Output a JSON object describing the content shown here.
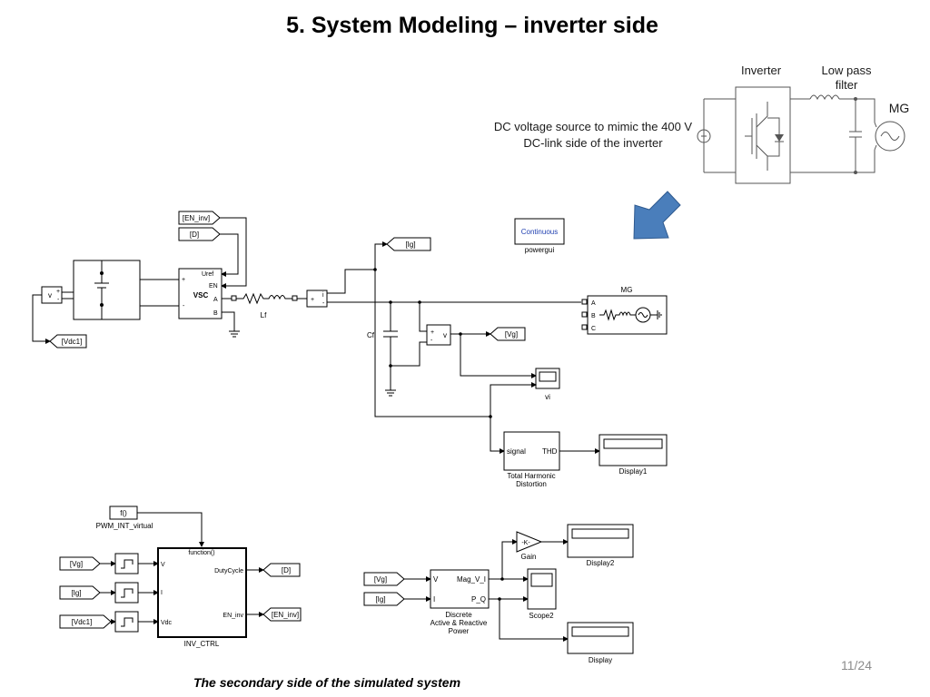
{
  "title": "5. System Modeling – inverter side",
  "caption": "The secondary side of the simulated system",
  "page_number": "11/24",
  "schematic": {
    "inverter_label": "Inverter",
    "filter_label_1": "Low pass",
    "filter_label_2": "filter",
    "mg_label": "MG",
    "source_note_1": "DC voltage source to mimic the 400 V",
    "source_note_2": "DC-link side of the inverter"
  },
  "colors": {
    "arrow": "#4a7ebb",
    "arrow_edge": "#2f5a8f",
    "powergui_text": "#1f3fb0"
  },
  "model": {
    "tags": {
      "en_inv": "[EN_inv]",
      "d": "[D]",
      "ig": "[Ig]",
      "vg": "[Vg]",
      "vdc1": "[Vdc1]"
    },
    "powergui": {
      "inner": "Continuous",
      "label": "powergui"
    },
    "vsc": {
      "name": "VSC",
      "uref": "Uref",
      "en": "EN",
      "a": "A",
      "b": "B",
      "plus": "+",
      "minus": "-"
    },
    "lf": "Lf",
    "cf": "Cf",
    "mg": {
      "name": "MG",
      "a": "A",
      "b": "B",
      "c": "C"
    },
    "vi": "vi",
    "thd": {
      "in": "signal",
      "out": "THD",
      "name_1": "Total Harmonic",
      "name_2": "Distortion"
    },
    "display1": "Display1",
    "fcn": {
      "expr": "f()",
      "name": "PWM_INT_virtual"
    },
    "inv_ctrl": {
      "name": "INV_CTRL",
      "fn": "function()",
      "port_v": "V",
      "port_i": "I",
      "port_vdc": "Vdc",
      "out_duty": "DutyCycle",
      "out_en": "EN_inv"
    },
    "power": {
      "in_v": "V",
      "in_i": "I",
      "out_mag": "Mag_V_I",
      "out_pq": "P_Q",
      "name_1": "Discrete",
      "name_2": "Active  & Reactive",
      "name_3": "Power"
    },
    "gain": {
      "inner": "-K-",
      "name": "Gain"
    },
    "display2": "Display2",
    "scope2": "Scope2",
    "display": "Display",
    "sensors": {
      "v": "v",
      "i": "i",
      "plus": "+",
      "minus": "-"
    }
  }
}
